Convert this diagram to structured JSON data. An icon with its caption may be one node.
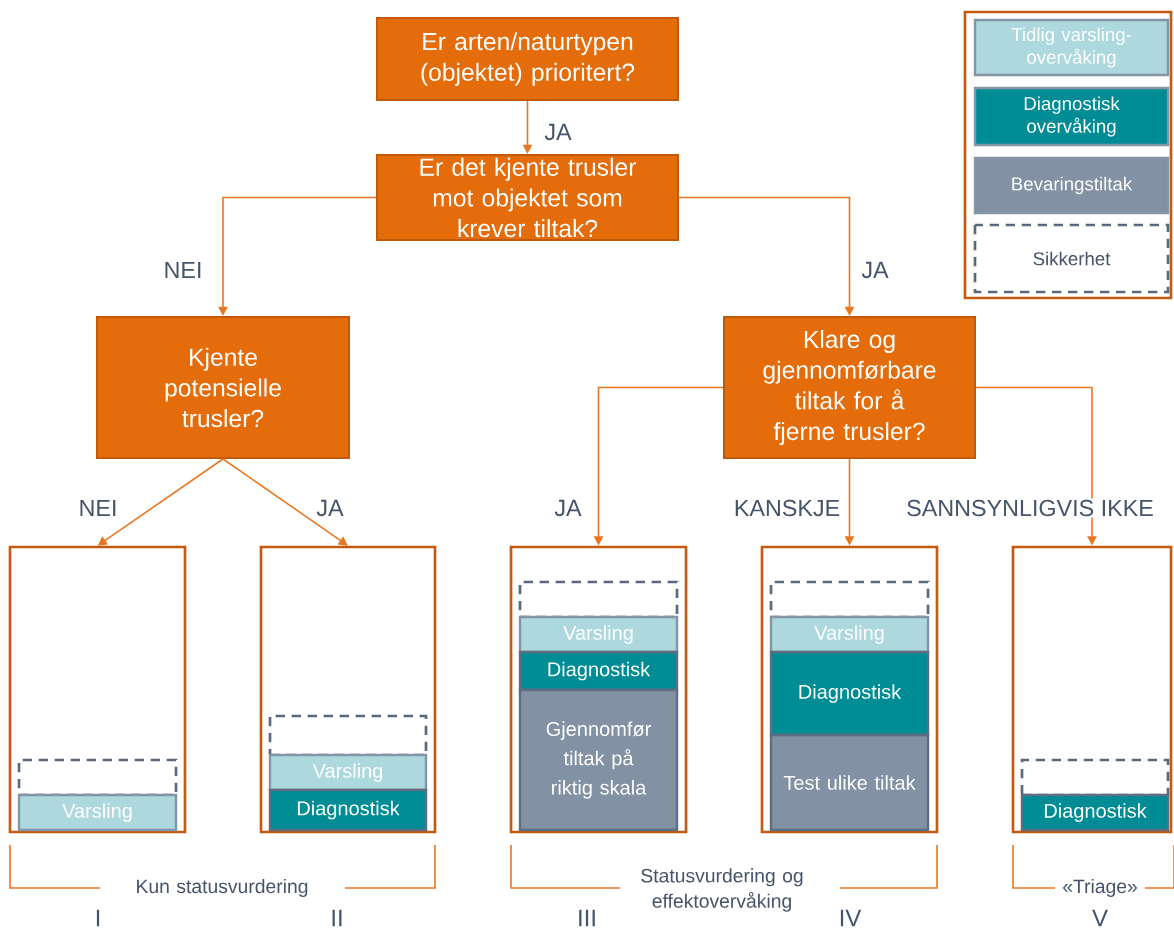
{
  "diagram": {
    "nodes": [
      {
        "text": [
          "Er arten/naturtypen (objektet) prioritert?"
        ]
      },
      {
        "text": [
          "Er det kjente trusler mot objektet som krever tiltak?"
        ]
      },
      {
        "text": [
          "Kjente potensielle trusler?"
        ]
      },
      {
        "text": [
          "Klare og gjennomførbare tiltak for å fjerne trusler?"
        ]
      },
      {
        "text": [],
        "shape": "box"
      },
      {
        "text": [],
        "shape": "box",
        "in": 4
      },
      {
        "text": [
          "Varsling"
        ],
        "in": 4
      },
      {
        "text": [],
        "shape": "box"
      },
      {
        "text": [],
        "shape": "box",
        "in": 7
      },
      {
        "text": [
          "Varsling"
        ],
        "in": 7
      },
      {
        "text": [
          "Diagnostisk"
        ],
        "in": 7
      },
      {
        "text": [],
        "shape": "box"
      },
      {
        "text": [],
        "shape": "box",
        "in": 11
      },
      {
        "text": [
          "Varsling"
        ],
        "in": 11
      },
      {
        "text": [
          "Diagnostisk"
        ],
        "in": 11
      },
      {
        "text": [
          "Gjennomfør tiltak på riktig skala"
        ],
        "in": 11
      },
      {
        "text": [],
        "shape": "box"
      },
      {
        "text": [],
        "shape": "box",
        "in": 16
      },
      {
        "text": [
          "Varsling"
        ],
        "in": 16
      },
      {
        "text": [
          "Diagnostisk"
        ],
        "in": 16
      },
      {
        "text": [
          "Test ulike tiltak"
        ],
        "in": 16
      },
      {
        "text": [],
        "shape": "box"
      },
      {
        "text": [],
        "shape": "box",
        "in": 21
      },
      {
        "text": [
          "Diagnostisk"
        ],
        "in": 21
      }
    ],
    "edges": [
      {
        "from": 0,
        "to": 1,
        "arrow": "to",
        "label": "JA"
      },
      {
        "from": 1,
        "to": 2,
        "arrow": "to",
        "label": "NEI"
      },
      {
        "from": 1,
        "to": 3,
        "arrow": "to",
        "label": "JA"
      },
      {
        "from": 2,
        "to": 4,
        "arrow": "to",
        "label": "NEI"
      },
      {
        "from": 2,
        "to": 7,
        "arrow": "to",
        "label": "JA"
      },
      {
        "from": 3,
        "to": 11,
        "arrow": "to",
        "label": "JA"
      },
      {
        "from": 3,
        "to": 16,
        "arrow": "to",
        "label": "KANSKJE"
      },
      {
        "from": 3,
        "to": 21,
        "arrow": "to",
        "label": "SANNSYNLIGVIS IKKE"
      }
    ],
    "labels": [
      "Kun statusvurdering",
      "I",
      "II",
      "Statusvurdering og effektovervåking",
      "III",
      "IV",
      "«Triage»",
      "V"
    ],
    "legend": [
      {
        "text": "Tidlig varsling-overvåking",
        "color": "#acd8de"
      },
      {
        "text": "Diagnostisk overvåking",
        "color": "#008c95"
      },
      {
        "text": "Bevaringstiltak",
        "color": "#8291a3"
      },
      {
        "text": "Sikkerhet"
      }
    ]
  }
}
